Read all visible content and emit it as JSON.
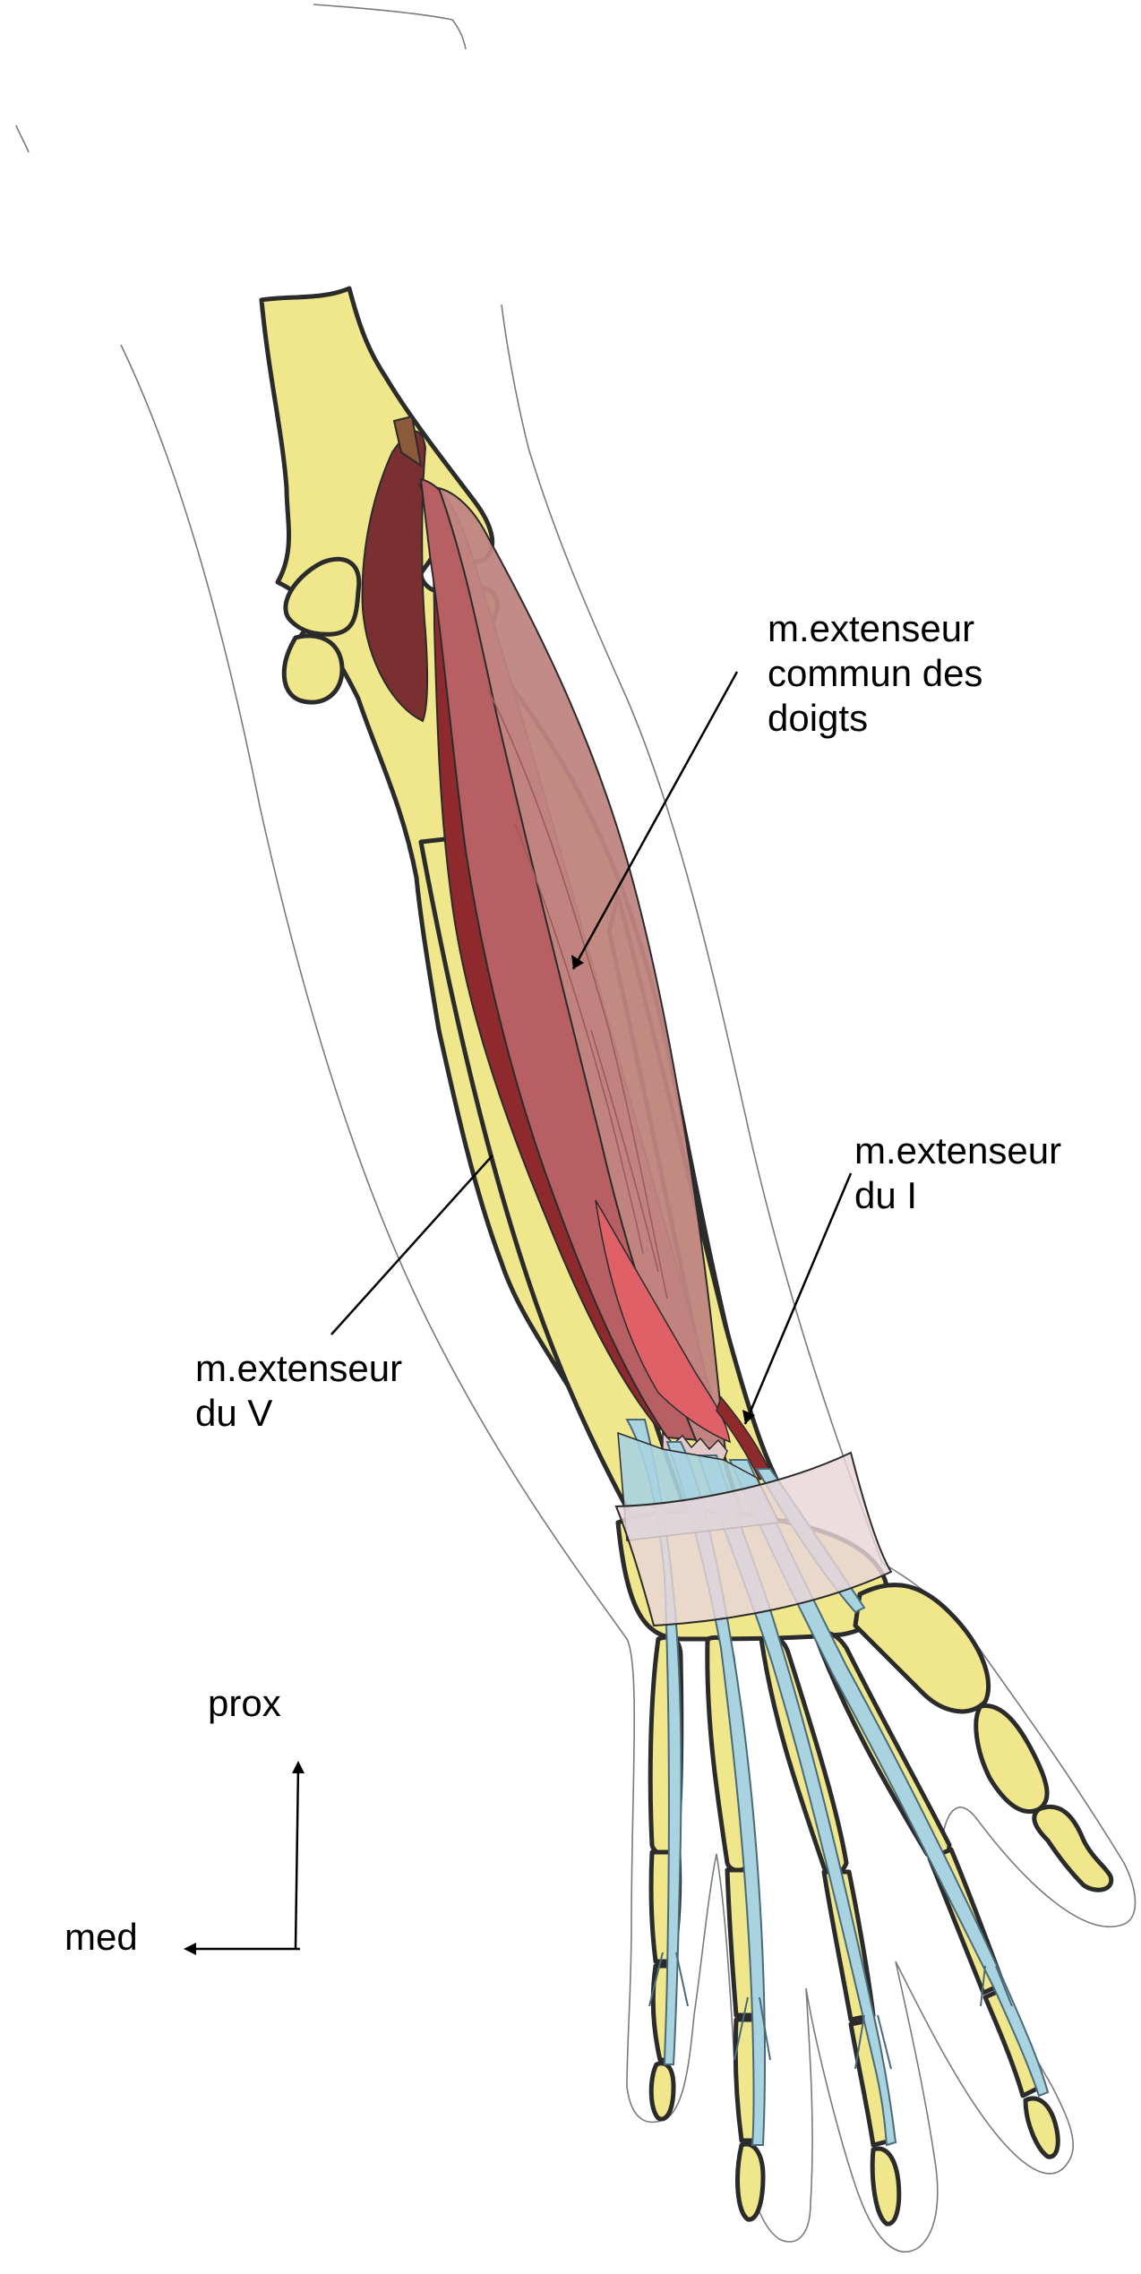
{
  "labels": {
    "edc": [
      "m.extenseur",
      "commun des",
      "doigts"
    ],
    "epl": [
      "m.extenseur",
      "du I"
    ],
    "edm": [
      "m.extenseur",
      "du V"
    ]
  },
  "orientation": {
    "prox": "prox",
    "med": "med"
  },
  "colors": {
    "bone": "#f0e68c",
    "muscle_light": "#c08581",
    "muscle_mid": "#b85f63",
    "muscle_dark": "#8e2a2e",
    "muscle_bright": "#e06068",
    "muscle_deep": "#7a2f30",
    "tendon": "#a9d3e0",
    "retinaculum": "#e8d6d8"
  }
}
